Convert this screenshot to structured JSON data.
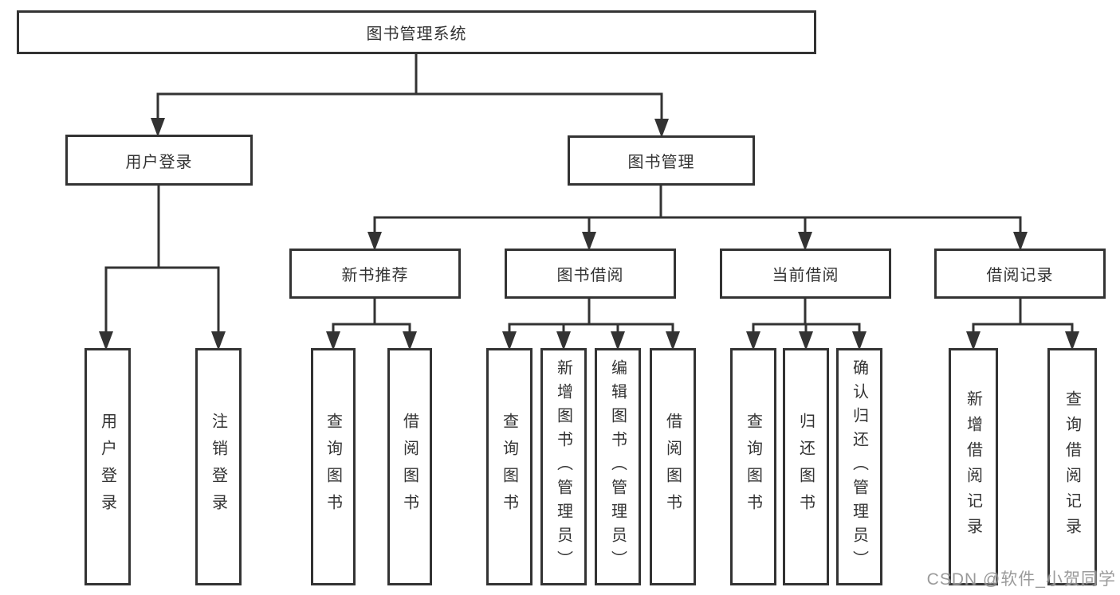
{
  "diagram": {
    "type": "tree",
    "title": "图书管理系统"
  },
  "tree": {
    "label": "图书管理系统",
    "children": [
      {
        "label": "用户登录",
        "children": [
          {
            "label": "用户登录"
          },
          {
            "label": "注销登录"
          }
        ]
      },
      {
        "label": "图书管理",
        "children": [
          {
            "label": "新书推荐",
            "children": [
              {
                "label": "查询图书"
              },
              {
                "label": "借阅图书"
              }
            ]
          },
          {
            "label": "图书借阅",
            "children": [
              {
                "label": "查询图书"
              },
              {
                "label": "新增图书（管理员）"
              },
              {
                "label": "编辑图书（管理员）"
              },
              {
                "label": "借阅图书"
              }
            ]
          },
          {
            "label": "当前借阅",
            "children": [
              {
                "label": "查询图书"
              },
              {
                "label": "归还图书"
              },
              {
                "label": "确认归还（管理员）"
              }
            ]
          },
          {
            "label": "借阅记录",
            "children": [
              {
                "label": "新增借阅记录"
              },
              {
                "label": "查询借阅记录"
              }
            ]
          }
        ]
      }
    ]
  },
  "watermark": {
    "text": "CSDN @软件_小贺同学"
  },
  "colors": {
    "line": "#333333",
    "box_border": "#333333",
    "text": "#333333",
    "background": "#ffffff",
    "watermark": "#8a8a8a"
  }
}
